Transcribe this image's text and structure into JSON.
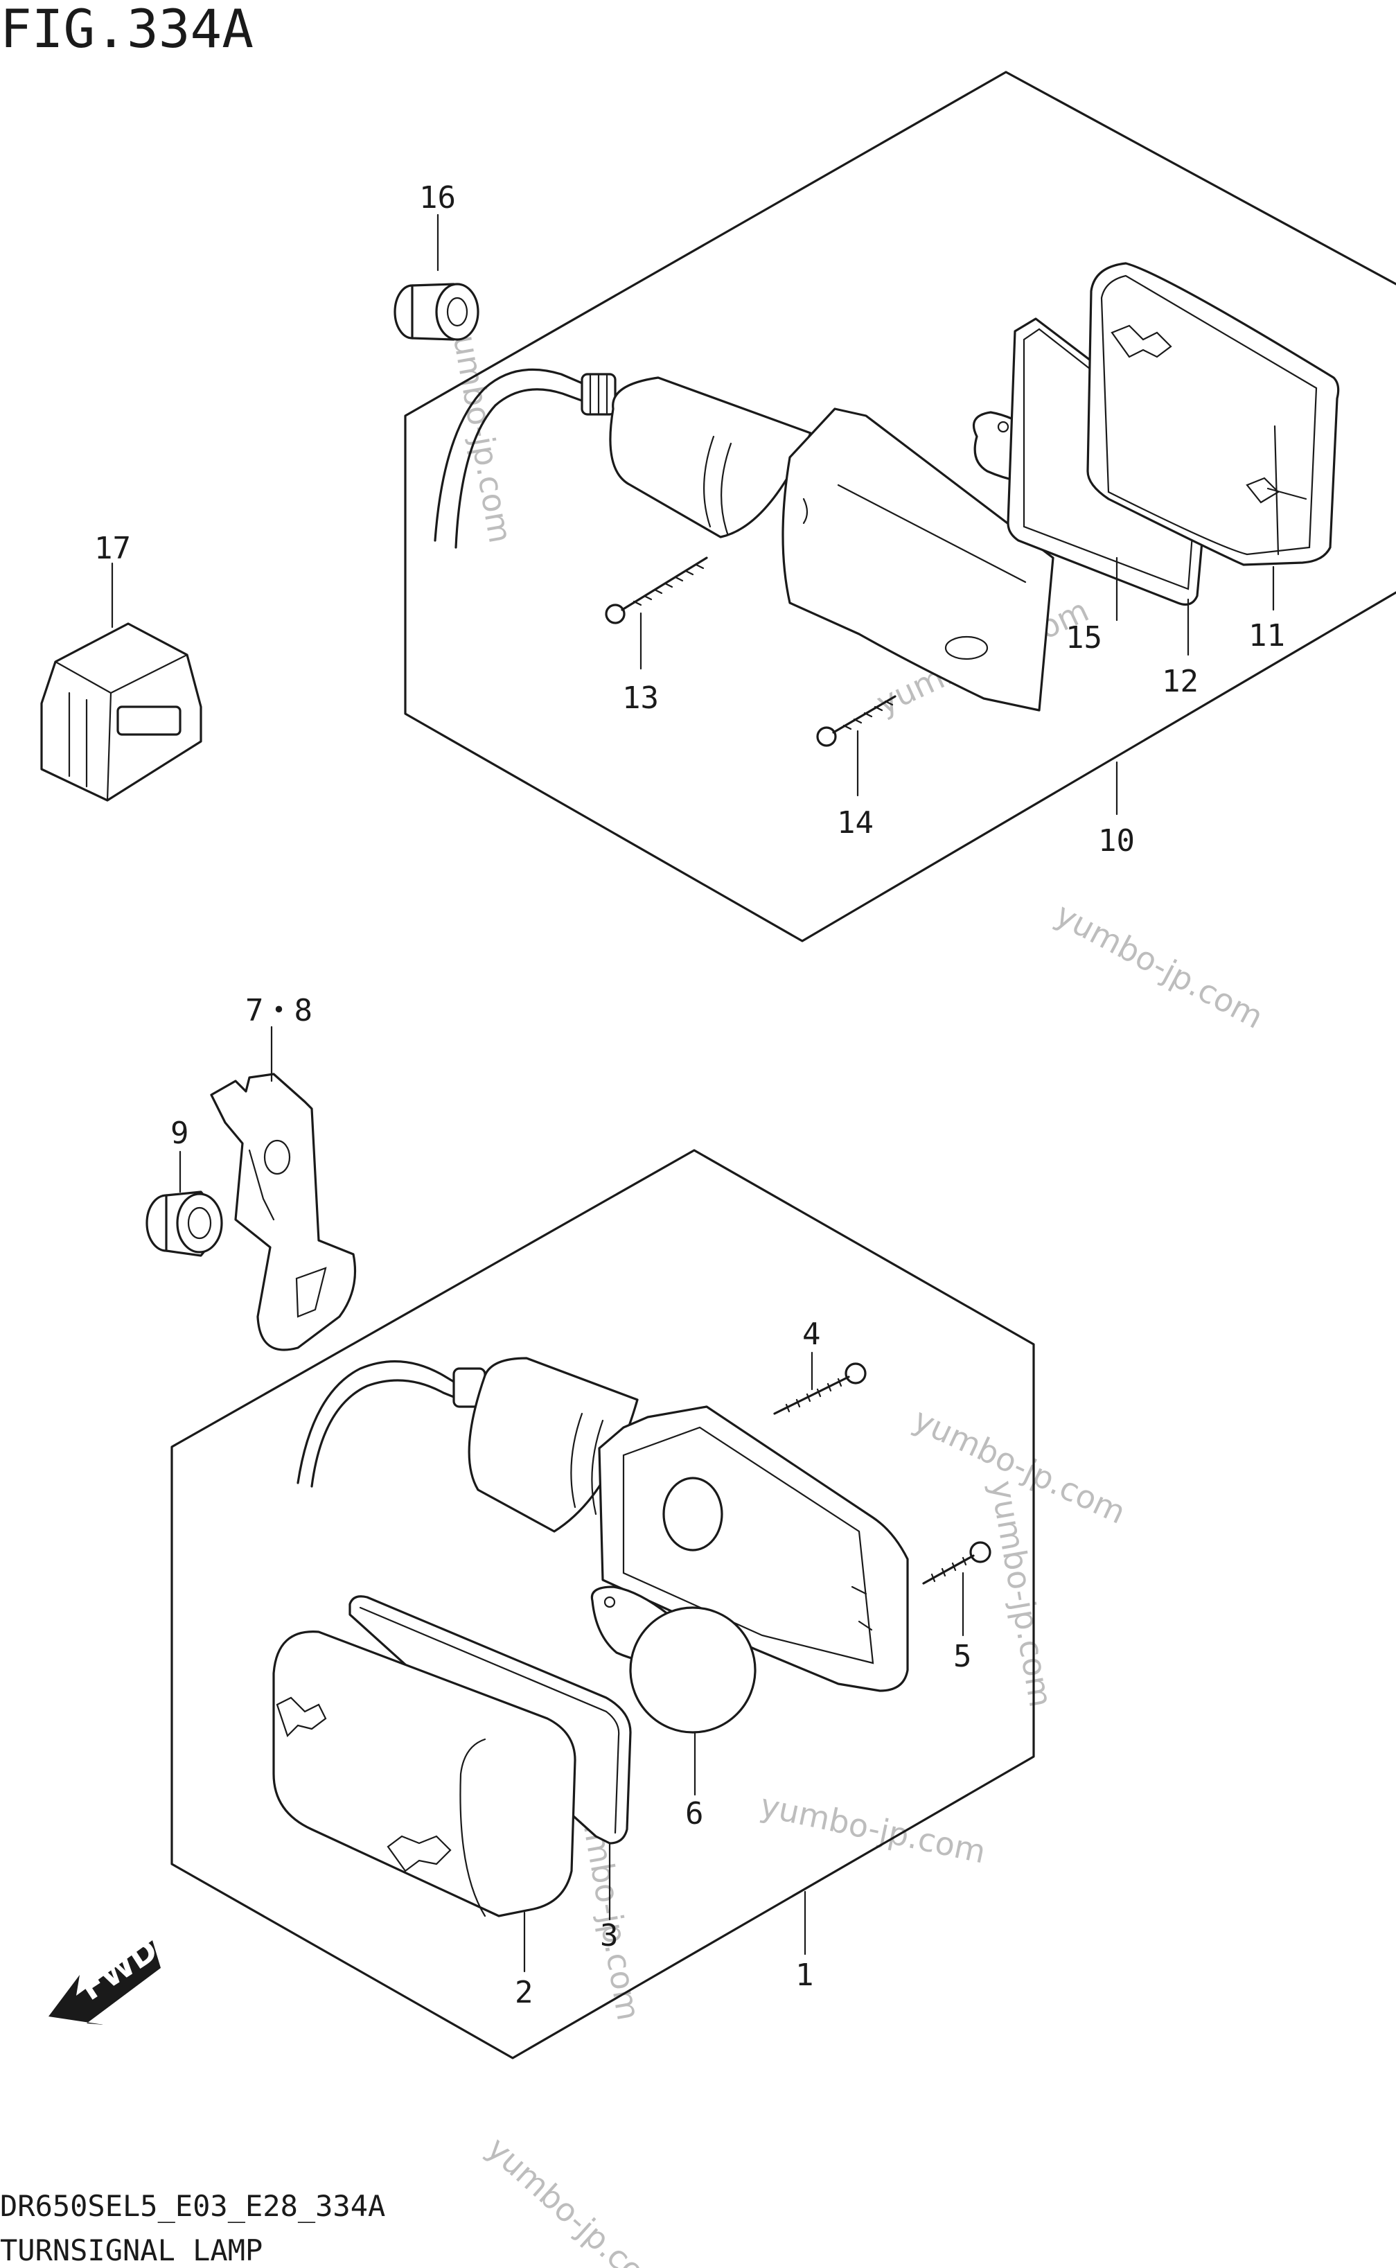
{
  "figure": {
    "title": "FIG.334A",
    "code": "DR650SEL5_E03_E28_334A",
    "name": "TURNSIGNAL LAMP"
  },
  "callouts": {
    "c1": "1",
    "c2": "2",
    "c3": "3",
    "c4": "4",
    "c5": "5",
    "c6": "6",
    "c78": "7・8",
    "c9": "9",
    "c10": "10",
    "c11": "11",
    "c12": "12",
    "c13": "13",
    "c14": "14",
    "c15": "15",
    "c16": "16",
    "c17": "17"
  },
  "direction_arrow": "FWD",
  "watermark": "yumbo-jp.com",
  "colors": {
    "line": "#1a1a1a",
    "watermark": "#bdbdbd",
    "background": "#ffffff"
  }
}
